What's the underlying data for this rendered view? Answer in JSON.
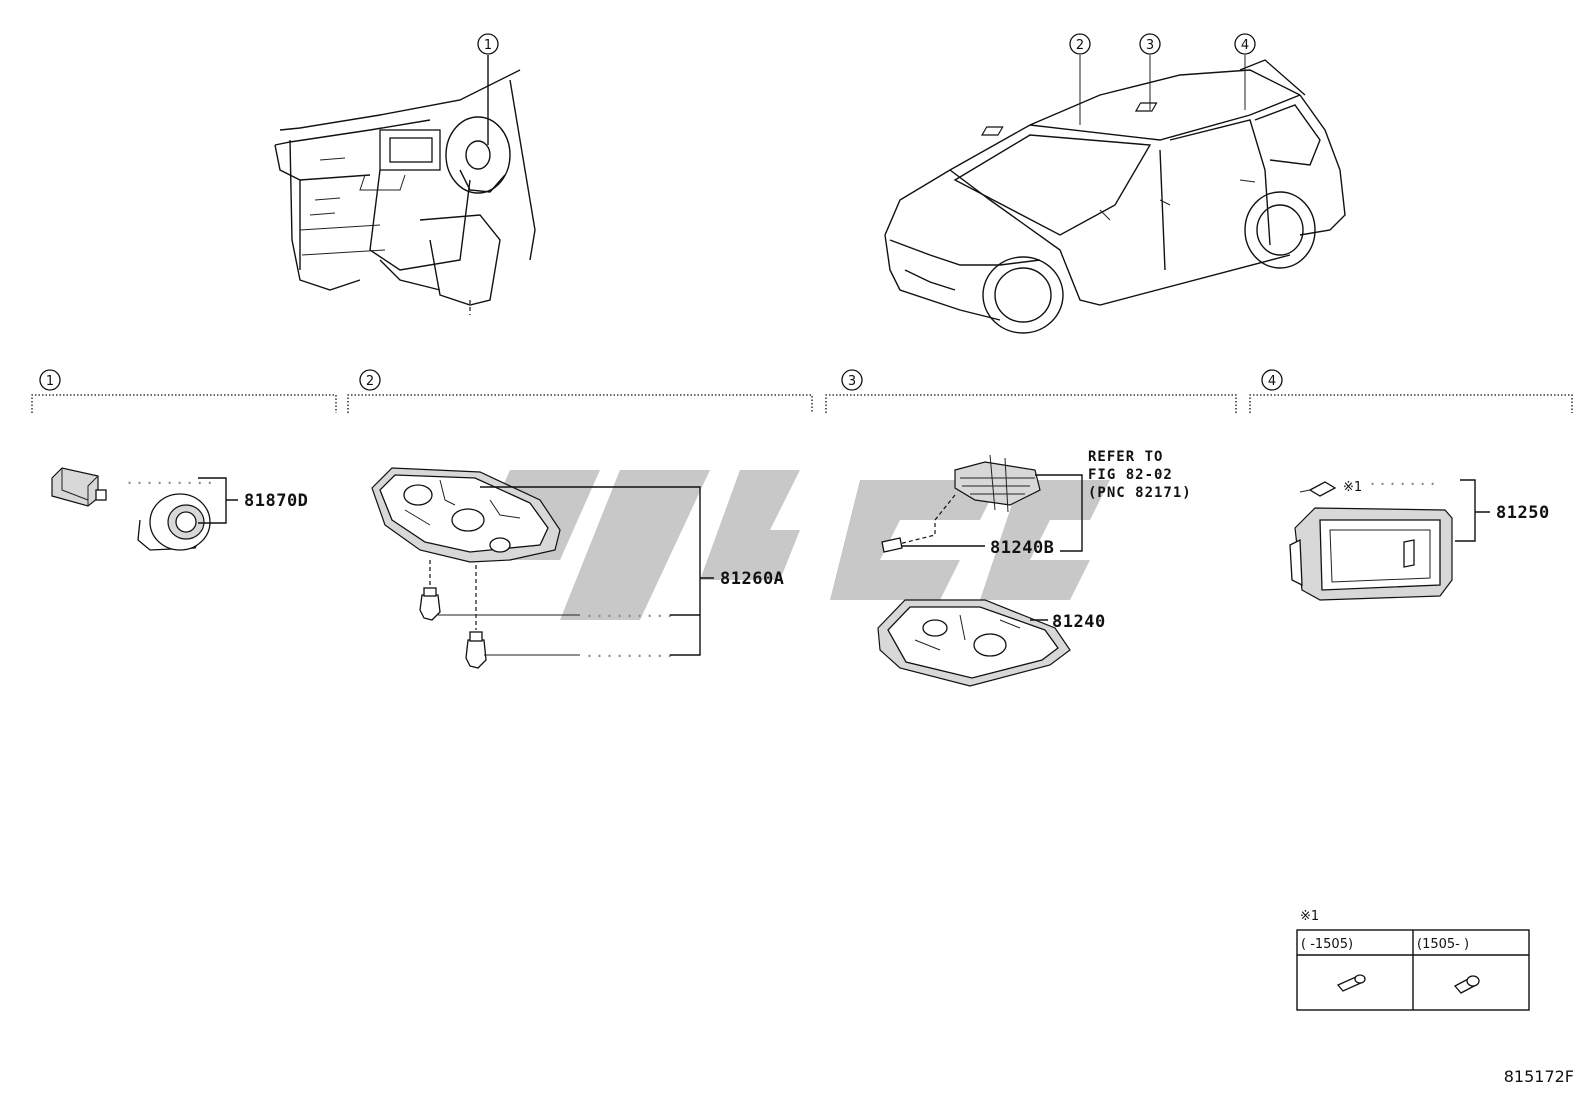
{
  "callouts": {
    "c1": "1",
    "c2": "2",
    "c3": "3",
    "c4": "4"
  },
  "parts": {
    "p81870D": "81870D",
    "p81260A": "81260A",
    "p81240B": "81240B",
    "p81240": "81240",
    "p81250": "81250"
  },
  "refer": {
    "line1": "REFER TO",
    "line2": "FIG 82-02",
    "line3": "(PNC 82171)"
  },
  "note_mark": "※1",
  "table": {
    "col1": "(      -1505)",
    "col2": "(1505-      )"
  },
  "figure_code": "815172F"
}
